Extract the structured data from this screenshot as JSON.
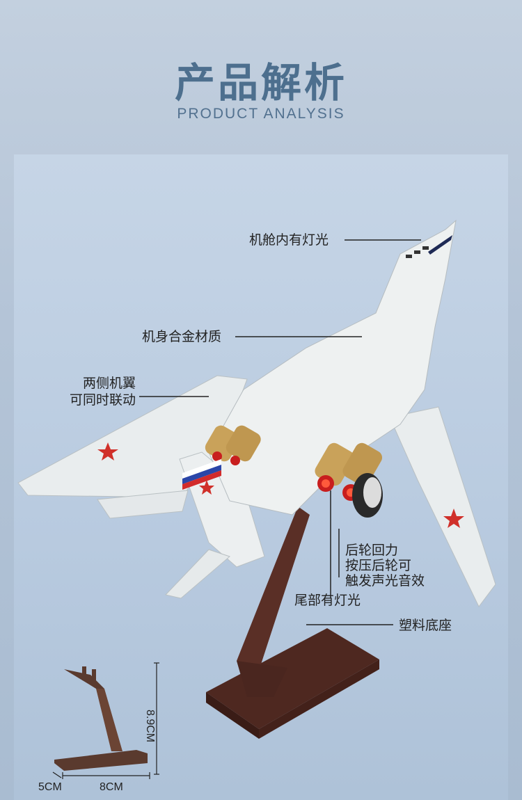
{
  "header": {
    "title_cn": "产品解析",
    "title_en": "PRODUCT ANALYSIS"
  },
  "callouts": {
    "cockpit_light": "机舱内有灯光",
    "alloy_body": "机身合金材质",
    "wings_line1": "两侧机翼",
    "wings_line2": "可同时联动",
    "rear_wheel_line1": "后轮回力",
    "rear_wheel_line2": "按压后轮可",
    "rear_wheel_line3": "触发声光音效",
    "tail_light": "尾部有灯光",
    "plastic_base": "塑料底座"
  },
  "dimensions": {
    "height": "8.9CM",
    "depth": "5CM",
    "width": "8CM"
  },
  "colors": {
    "title": "#4d6f8e",
    "aircraft_body": "#eef1f1",
    "stand": "#5a2f26",
    "star": "#d0302a",
    "engine": "#c9a25a"
  }
}
